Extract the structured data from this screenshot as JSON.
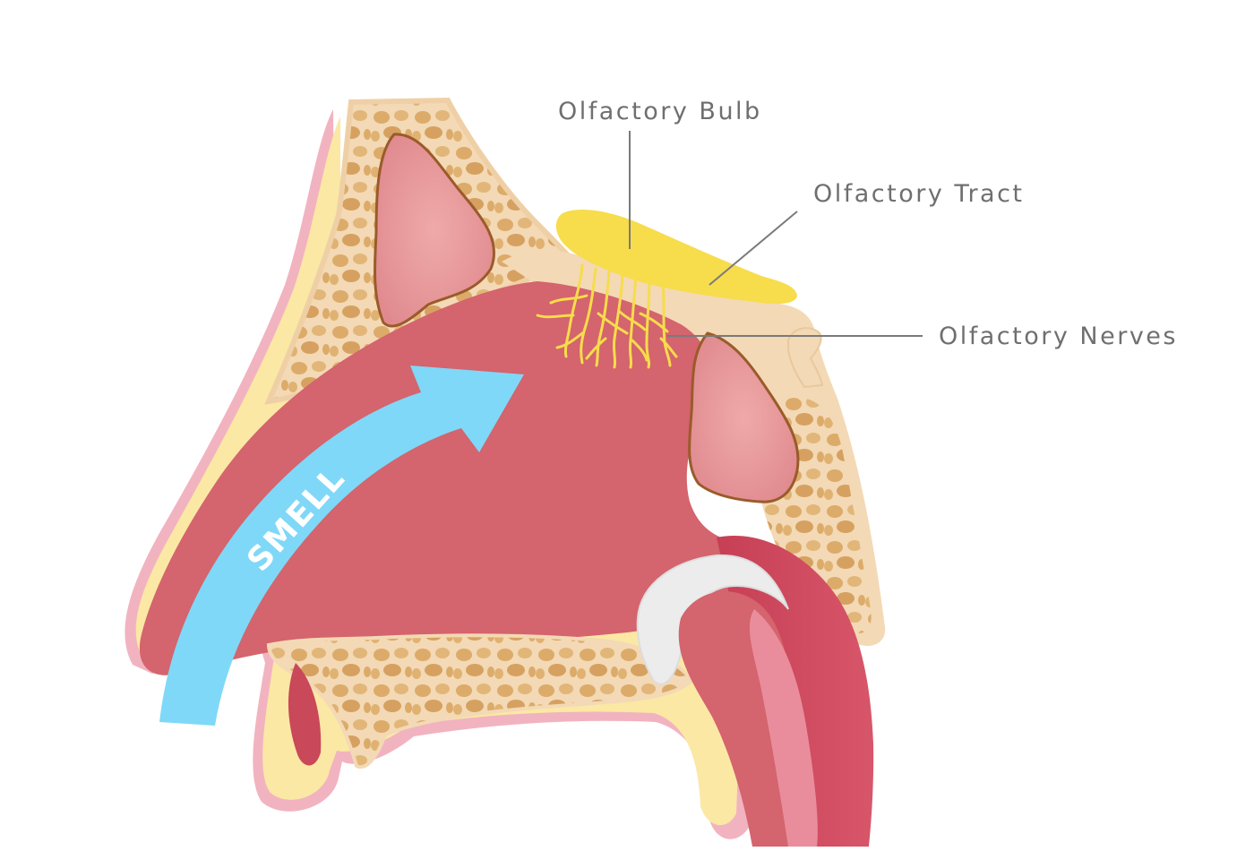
{
  "labels": {
    "olfactory_bulb": "Olfactory Bulb",
    "olfactory_tract": "Olfactory Tract",
    "olfactory_nerves": "Olfactory Nerves",
    "arrow": "SMELL"
  },
  "colors": {
    "background": "#ffffff",
    "skin_outline": "#f2b3c0",
    "skin_fat": "#fbe8a4",
    "bone": "#f3d9b5",
    "bone_cells": "#d8a766",
    "sinus": "#e7989b",
    "sinus_outline": "#9a5b2a",
    "nasal_cavity": "#d4646d",
    "deep_tissue": "#c9485a",
    "nerve": "#f7dc4c",
    "arrow": "#7fd8f7",
    "label_text": "#6f6f6f",
    "leader_line": "#7a7a7a"
  }
}
